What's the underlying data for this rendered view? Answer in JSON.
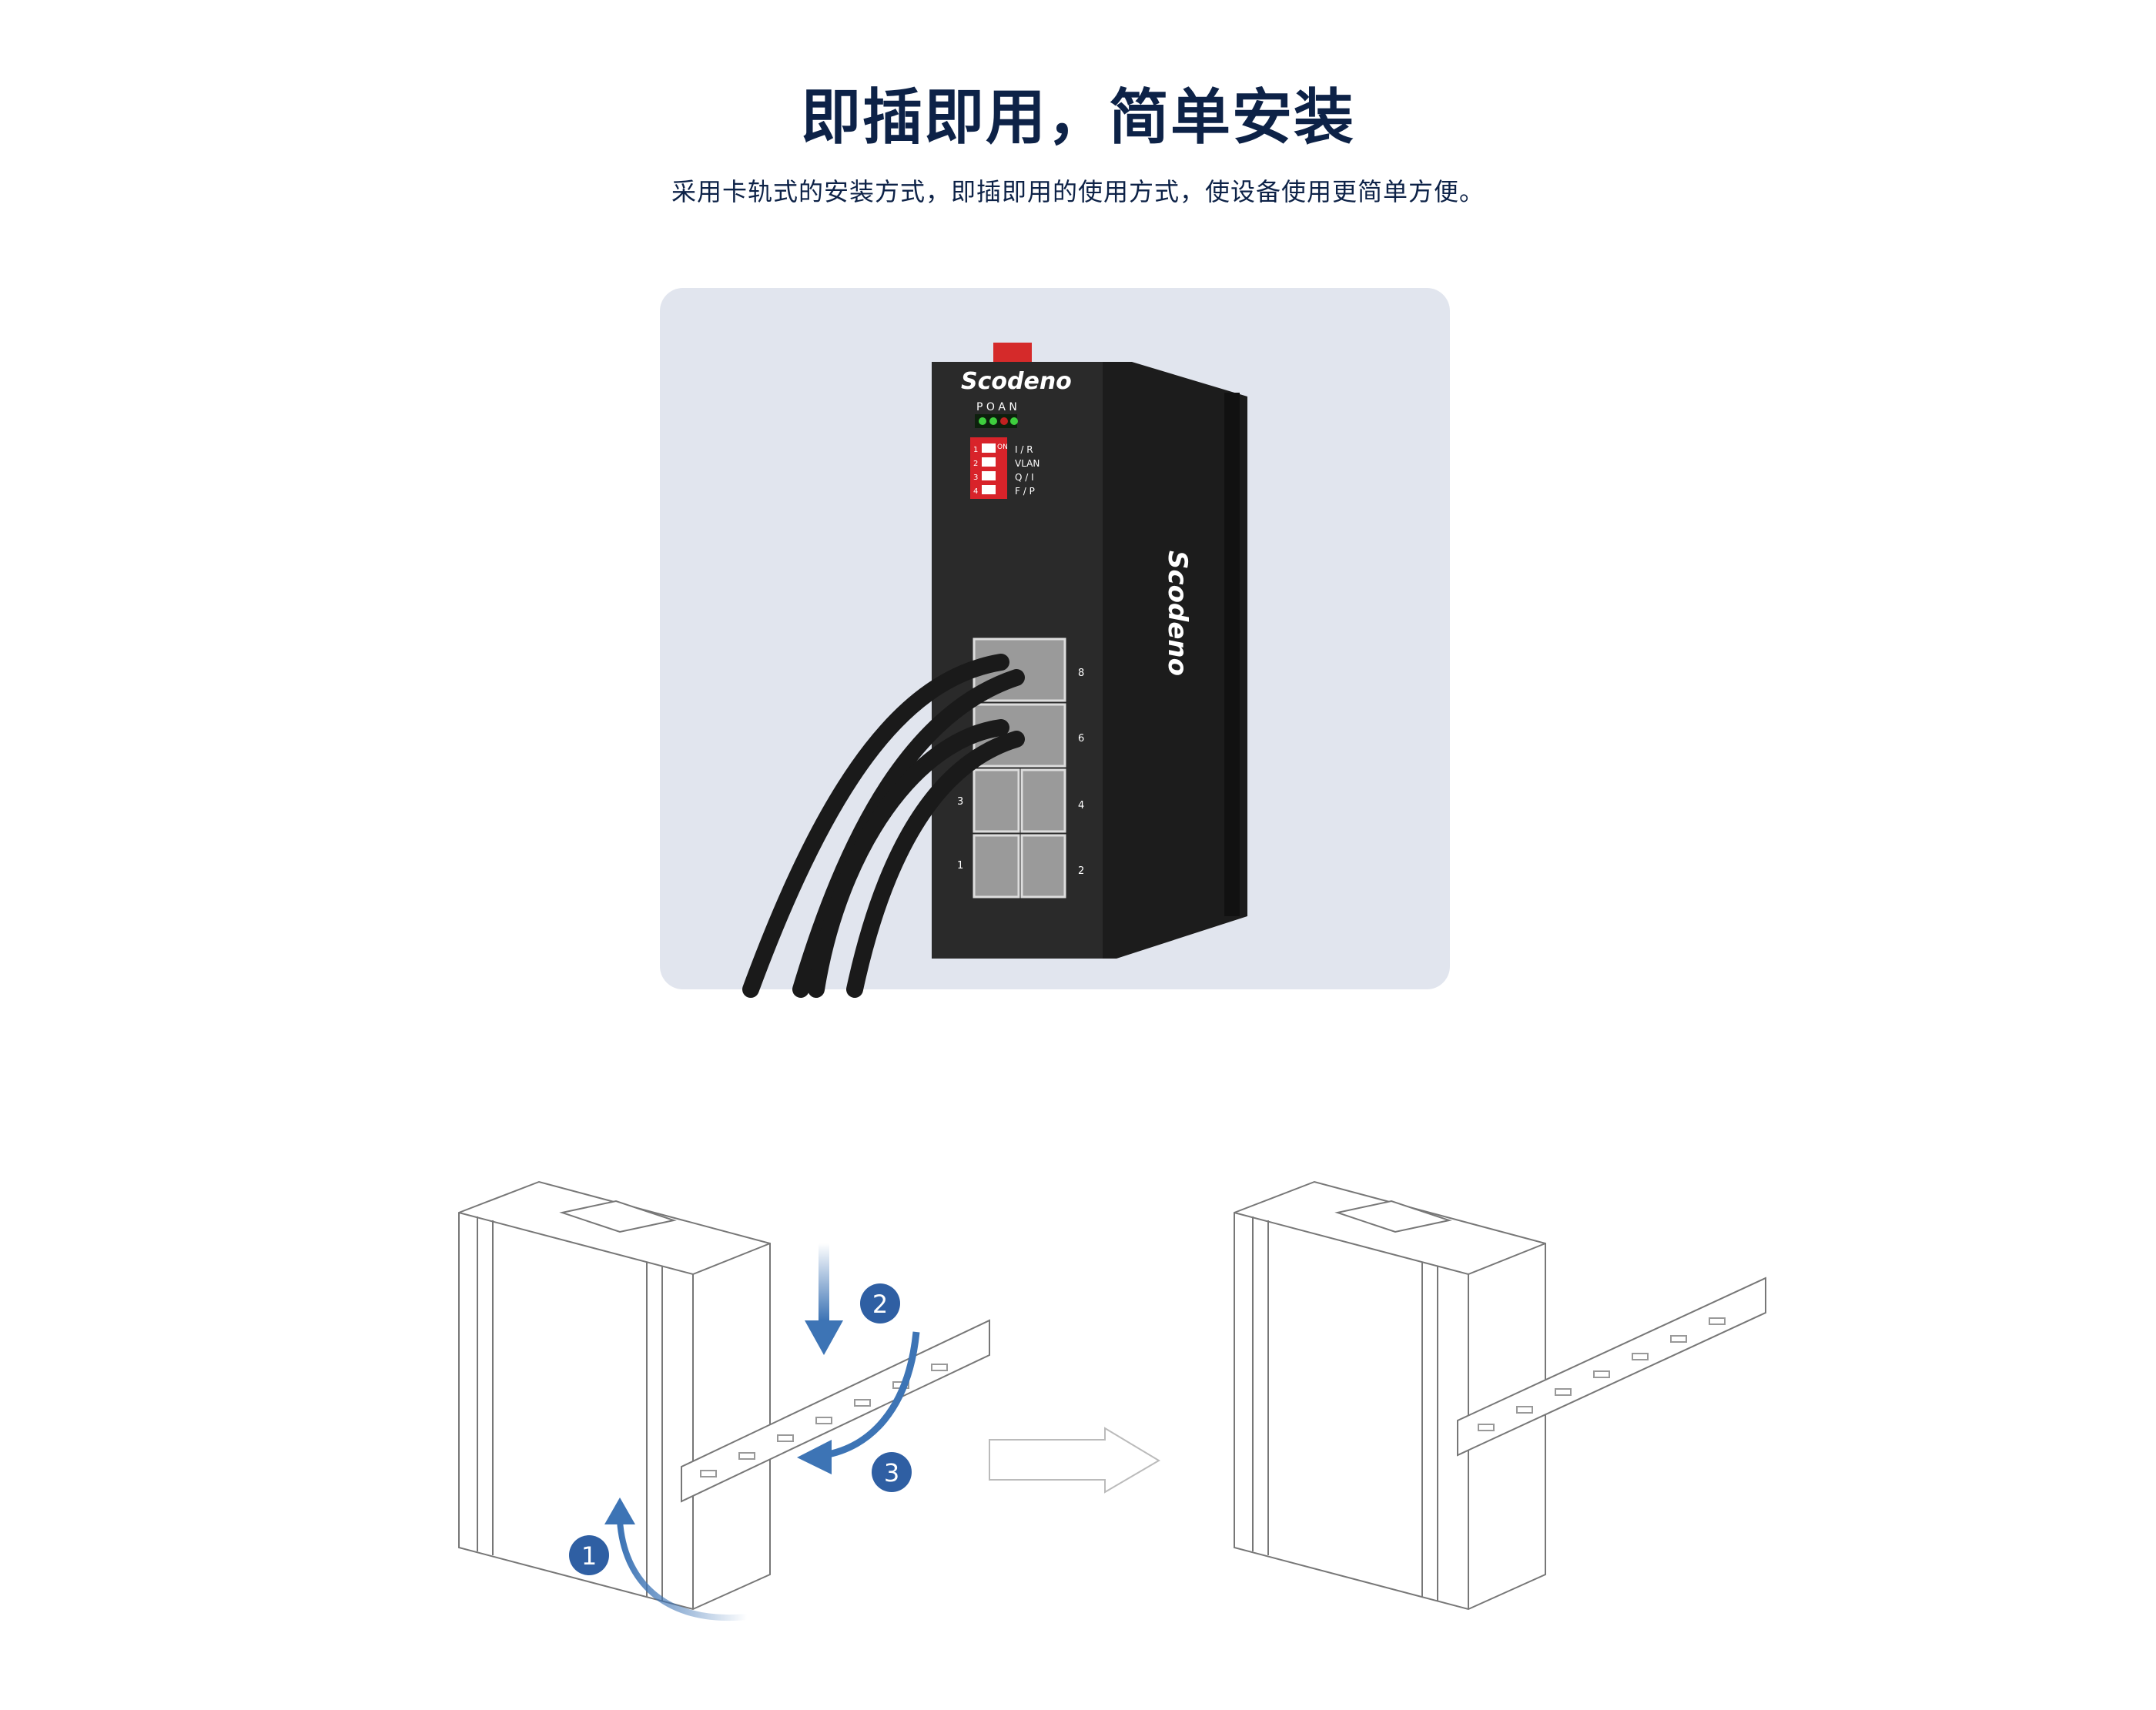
{
  "header": {
    "title": "即插即用，简单安装",
    "subtitle": "采用卡轨式的安装方式，即插即用的使用方式，使设备使用更简单方便。"
  },
  "device": {
    "brand": "Scodeno",
    "led_label": "P O A N",
    "dip_on": "ON",
    "dip_numbers": [
      "1",
      "2",
      "3",
      "4"
    ],
    "dip_labels": [
      "I / R",
      "VLAN",
      "Q / I",
      "F / P"
    ],
    "port_numbers_right": [
      "8",
      "6",
      "4",
      "2"
    ],
    "port_numbers_left": [
      "3",
      "1"
    ],
    "side_brand": "Scodeno"
  },
  "installation": {
    "steps": [
      "1",
      "2",
      "3"
    ],
    "colors": {
      "step": "#2f5fa3",
      "arrow": "#3d74b5"
    }
  }
}
